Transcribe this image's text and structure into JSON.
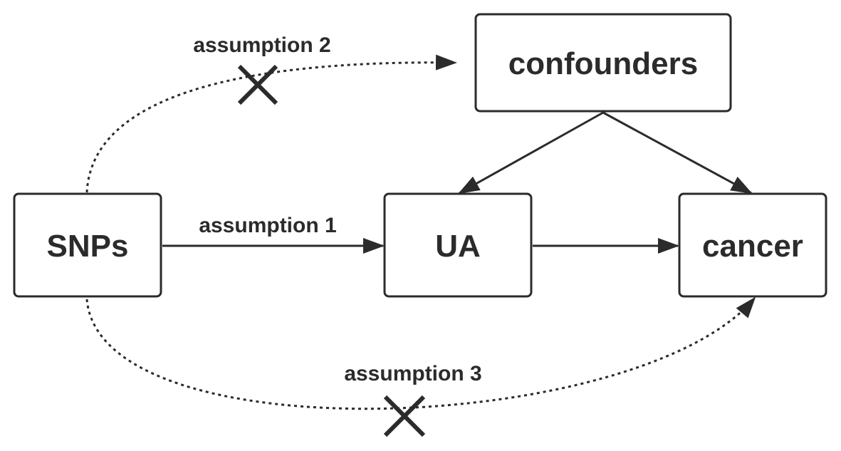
{
  "nodes": {
    "snps": "SNPs",
    "ua": "UA",
    "cancer": "cancer",
    "confounders": "confounders"
  },
  "assumptions": {
    "a1": "assumption 1",
    "a2": "assumption 2",
    "a3": "assumption 3"
  },
  "colors": {
    "stroke": "#2b2b2b",
    "background": "#ffffff"
  }
}
